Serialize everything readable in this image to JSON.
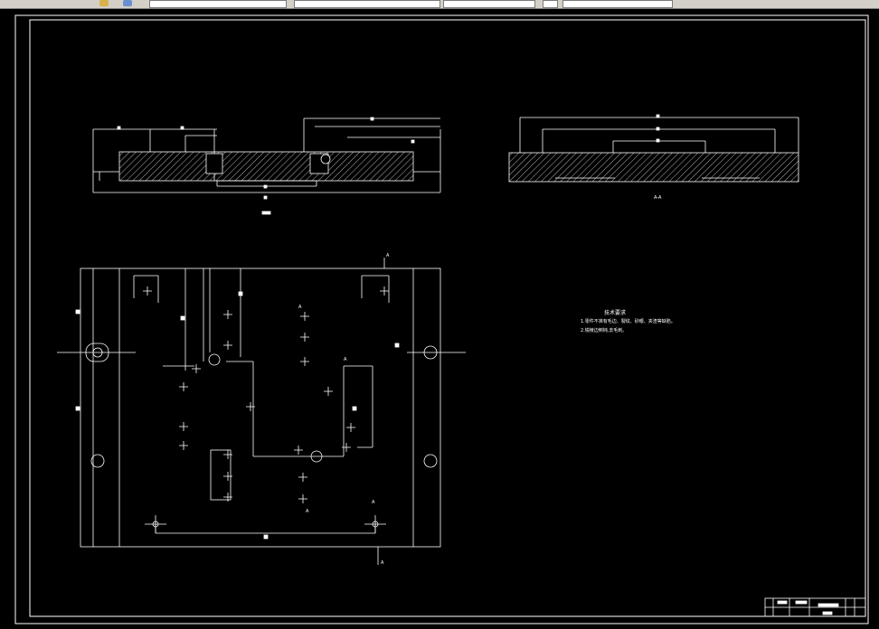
{
  "toolbar": {
    "icons": [
      "layer-icon",
      "properties-icon"
    ],
    "fields": [
      "",
      "",
      "",
      "",
      ""
    ]
  },
  "drawing": {
    "background": "#000000",
    "line_color": "#ffffff",
    "section_view_label": "A-A",
    "notes_title": "技术要求",
    "notes": [
      "1.零件不准有毛边、裂纹、砂眼、夹渣等缺陷。",
      "2.锐棱边倒钝,去毛刺。"
    ],
    "cut_label": "A"
  }
}
